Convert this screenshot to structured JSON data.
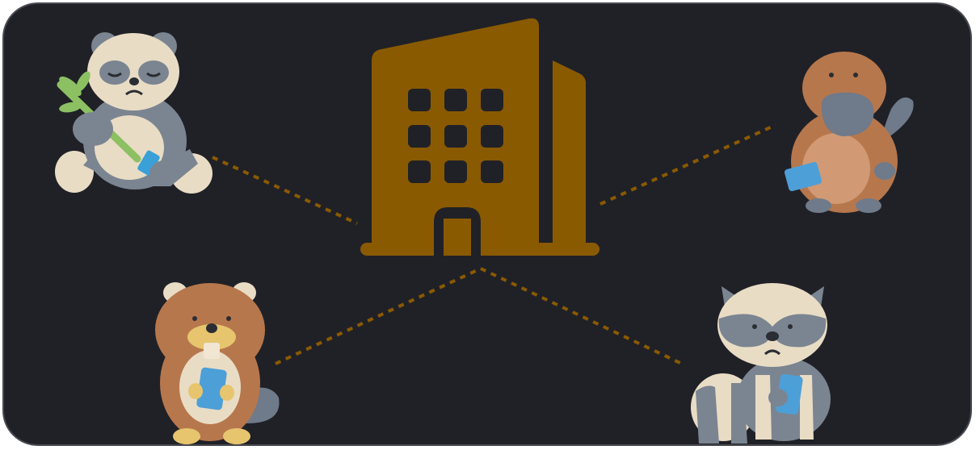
{
  "diagram": {
    "hub": {
      "icon": "office-building-icon",
      "color": "#8a5a00"
    },
    "connector_color": "#8a5a00",
    "nodes": [
      {
        "id": "panda",
        "icon": "panda-with-phone-icon"
      },
      {
        "id": "platypus",
        "icon": "platypus-with-phone-icon"
      },
      {
        "id": "beaver",
        "icon": "beaver-with-phone-icon"
      },
      {
        "id": "raccoon",
        "icon": "raccoon-with-phone-icon"
      }
    ]
  },
  "colors": {
    "background": "#202127",
    "border": "#4a4b52"
  }
}
